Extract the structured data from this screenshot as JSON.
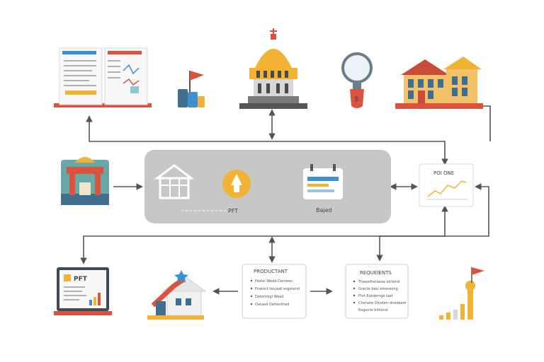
{
  "hub": {
    "label_left": "PFT",
    "label_right": "Bajed"
  },
  "chart_card": {
    "title": "POI ONE"
  },
  "laptop": {
    "label": "PFT"
  },
  "products_card": {
    "title": "PRODUCTANT",
    "items": [
      "Festel Wedd Darnees",
      "Fnatoct tes/aall ergetend",
      "Detertoigl Wead",
      "Oataed Dettenthed"
    ]
  },
  "requirements_card": {
    "title": "REQUEIENTS",
    "items": [
      "Theeetheraeoa elctend",
      "Grecte bes/ emereong",
      "Fhrt Eatdernge laet",
      "Chenete Olveletr dnedeest",
      "Eegenre bitilend"
    ]
  },
  "colors": {
    "hub": "#c7c7c7",
    "arrow": "#555555",
    "accent_red": "#d9533f",
    "accent_gold": "#f2b233",
    "accent_blue": "#3f6e8f"
  },
  "icons": [
    "book-icon",
    "flag-icon",
    "capitol-icon",
    "magnifier-icon",
    "house-icon",
    "gazebo-icon",
    "building-icon",
    "rocket-icon",
    "calendar-icon",
    "line-chart-icon",
    "laptop-icon",
    "home-renovation-icon",
    "growth-chart-icon"
  ]
}
